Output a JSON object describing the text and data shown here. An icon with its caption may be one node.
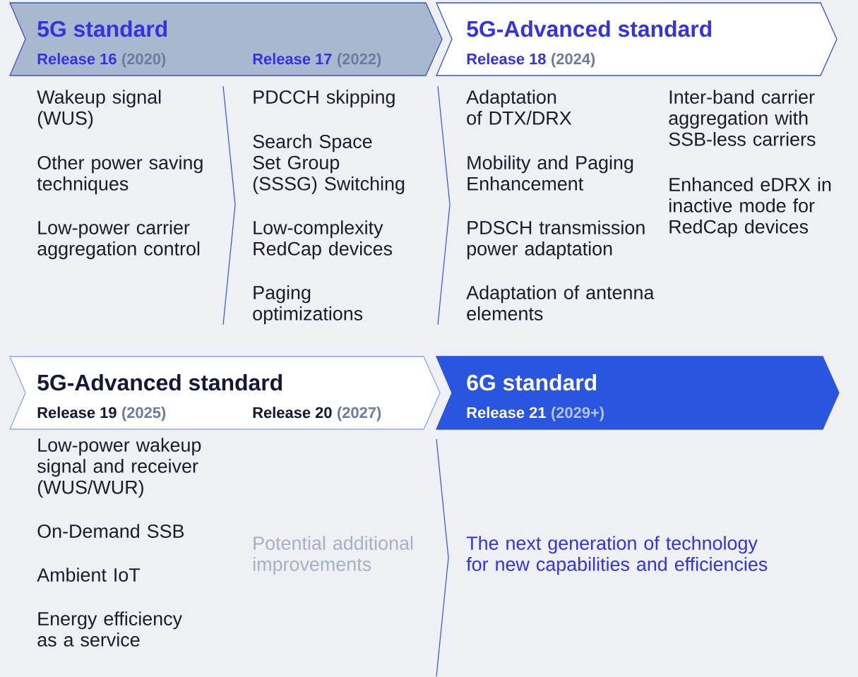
{
  "diagram": {
    "nodes": [
      {
        "text": [
          "5G standard",
          "Release 16",
          "(2020)",
          "Release 17",
          "(2022)"
        ]
      },
      {
        "text": [
          "5G-Advanced standard",
          "Release 18",
          "(2024)"
        ]
      },
      {
        "text": [
          "5G-Advanced standard",
          "Release 19",
          "(2025)",
          "Release 20",
          "(2027)"
        ]
      },
      {
        "text": [
          "6G standard",
          "Release 21",
          "(2029+)"
        ]
      }
    ],
    "labels": [
      "Wakeup signal (WUS)",
      "Other power saving techniques",
      "Low-power carrier aggregation control",
      "PDCCH skipping",
      "Search Space Set Group (SSSG) Switching",
      "Low-complexity RedCap devices",
      "Paging optimizations",
      "Adaptation of DTX/DRX",
      "Mobility and Paging Enhancement",
      "PDSCH transmission power adaptation",
      "Adaptation of antenna elements",
      "Inter-band carrier aggregation with SSB-less carriers",
      "Enhanced eDRX in inactive mode for RedCap devices",
      "Low-power wakeup signal and receiver (WUS/WUR)",
      "On-Demand SSB",
      "Ambient IoT",
      "Energy efficiency as a service",
      "Potential additional improvements",
      "The next generation of technology for new capabilities and efficiencies"
    ]
  }
}
